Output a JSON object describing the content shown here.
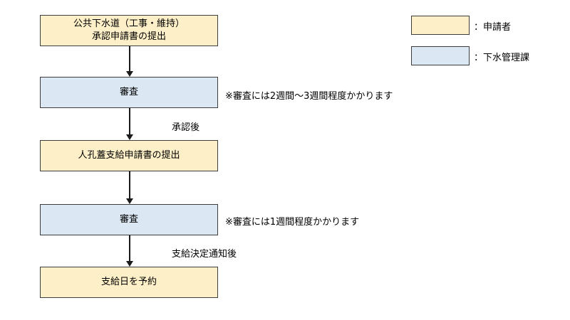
{
  "flow": {
    "step1": {
      "line1": "公共下水道（工事・維持）",
      "line2": "承認申請書の提出"
    },
    "step2": {
      "label": "審査"
    },
    "step3": {
      "label": "人孔蓋支給申請書の提出"
    },
    "step4": {
      "label": "審査"
    },
    "step5": {
      "label": "支給日を予約"
    }
  },
  "notes": {
    "review1": "※審査には2週間〜3週間程度かかります",
    "review2": "※審査には1週間程度かかります"
  },
  "edge_labels": {
    "after_approval": "承認後",
    "after_decision": "支給決定通知後"
  },
  "legend": {
    "applicant": "：申請者",
    "sewer_division": "：下水管理課"
  },
  "colors": {
    "applicant": "#fdefc7",
    "sewer_division": "#dbe7f2",
    "border": "#3c3c3c",
    "arrow": "#1a1a1a"
  }
}
